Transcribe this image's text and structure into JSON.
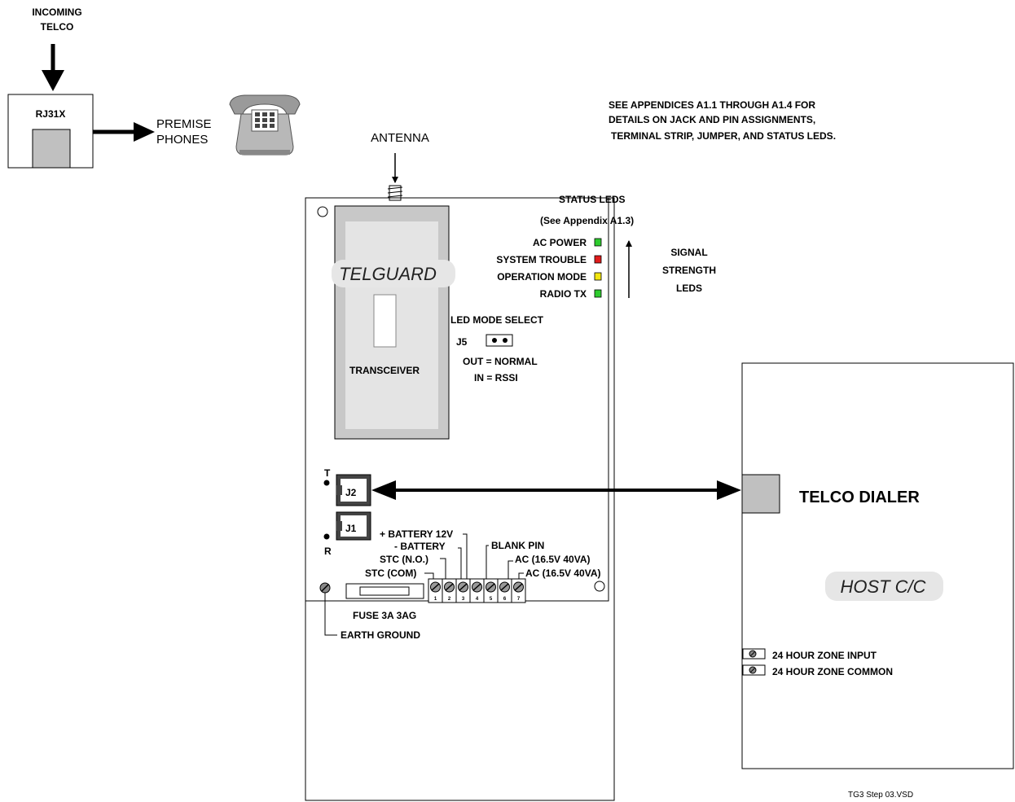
{
  "telco": {
    "incoming_line1": "INCOMING",
    "incoming_line2": "TELCO",
    "rj31x_label": "RJ31X",
    "premise_line1": "PREMISE",
    "premise_line2": "PHONES"
  },
  "antenna_label": "ANTENNA",
  "note": {
    "line1": "SEE APPENDICES A1.1 THROUGH A1.4 FOR",
    "line2": "DETAILS ON JACK AND PIN ASSIGNMENTS,",
    "line3": "TERMINAL STRIP, JUMPER, AND  STATUS LEDS."
  },
  "status_leds": {
    "title": "STATUS LEDS",
    "subtitle": "(See Appendix A1.3)"
  },
  "leds": [
    {
      "label": "AC POWER",
      "color": "#2ecc2e"
    },
    {
      "label": "SYSTEM TROUBLE",
      "color": "#e01b1b"
    },
    {
      "label": "OPERATION MODE",
      "color": "#f2e60f"
    },
    {
      "label": "RADIO TX",
      "color": "#2ecc2e"
    }
  ],
  "signal": {
    "line1": "SIGNAL",
    "line2": "STRENGTH",
    "line3": "LEDS"
  },
  "telguard": {
    "brand": "TELGUARD",
    "transceiver": "TRANSCEIVER"
  },
  "jumper": {
    "title": "LED MODE SELECT",
    "name": "J5",
    "out": "OUT = NORMAL",
    "in": "IN = RSSI"
  },
  "jacks": {
    "t": "T",
    "r": "R",
    "j2": "J2",
    "j1": "J1"
  },
  "terminals": {
    "battery_pos": "+ BATTERY 12V",
    "battery_neg": "- BATTERY",
    "blank_pin": "BLANK PIN",
    "stc_no": "STC (N.O.)",
    "ac1": "AC (16.5V 40VA)",
    "stc_com": "STC (COM)",
    "ac2": "AC (16.5V 40VA)",
    "numbers": [
      "1",
      "2",
      "3",
      "4",
      "5",
      "6",
      "7"
    ]
  },
  "fuse_label": "FUSE 3A  3AG",
  "earth_ground": "EARTH GROUND",
  "host": {
    "dialer": "TELCO DIALER",
    "name": "HOST C/C",
    "zone_input": "24 HOUR ZONE INPUT",
    "zone_common": "24 HOUR ZONE COMMON"
  },
  "file_label": "TG3 Step 03.VSD"
}
